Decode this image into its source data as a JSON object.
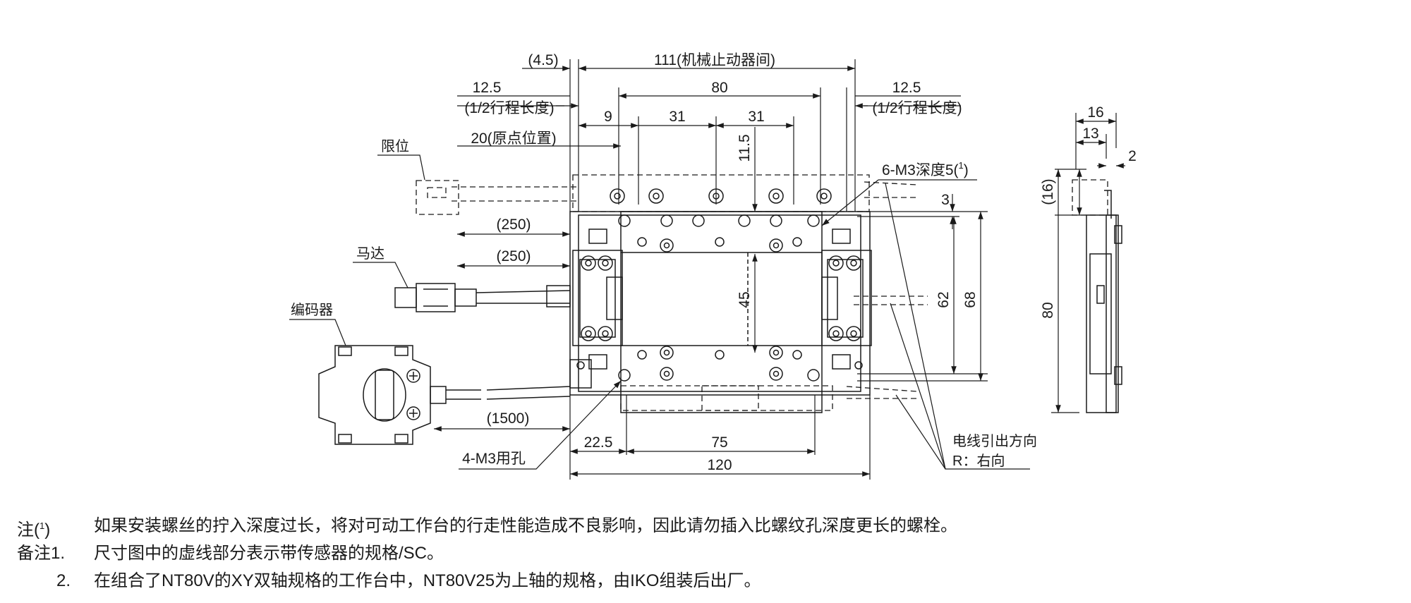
{
  "drawing": {
    "dims": {
      "d_4_5": "(4.5)",
      "d_111": "111(机械止动器间)",
      "d_12_5_left": "12.5",
      "d_half_stroke_left": "(1/2行程长度)",
      "d_80_top": "80",
      "d_12_5_right": "12.5",
      "d_half_stroke_right": "(1/2行程长度)",
      "d_9": "9",
      "d_31_a": "31",
      "d_31_b": "31",
      "d_11_5": "11.5",
      "d_20_origin": "20(原点位置)",
      "d_m3_depth": "6-M3深度5(",
      "d_m3_depth_sup": "1",
      "d_m3_depth_close": ")",
      "d_3": "3",
      "d_250_a": "(250)",
      "d_250_b": "(250)",
      "d_45": "45",
      "d_62": "62",
      "d_68": "68",
      "d_1500": "(1500)",
      "d_22_5": "22.5",
      "d_75": "75",
      "d_120": "120",
      "d_m3_hole": "4-M3用孔",
      "d_16_top": "16",
      "d_13": "13",
      "d_2": "2",
      "d_16_paren": "(16)",
      "d_80_side": "80"
    },
    "labels": {
      "limit": "限位",
      "motor": "马达",
      "encoder": "编码器",
      "cable_dir_1": "电线引出方向",
      "cable_dir_2": "R：右向"
    }
  },
  "notes": [
    {
      "mark": "注(",
      "sup": "1",
      "mark_close": ")",
      "text": "如果安装螺丝的拧入深度过长，将对可动工作台的行走性能造成不良影响，因此请勿插入比螺纹孔深度更长的螺栓。"
    },
    {
      "mark": "备注1.",
      "text": "尺寸图中的虚线部分表示带传感器的规格/SC。"
    },
    {
      "mark": "2.",
      "text": "在组合了NT80V的XY双轴规格的工作台中，NT80V25为上轴的规格，由IKO组装后出厂。"
    }
  ]
}
